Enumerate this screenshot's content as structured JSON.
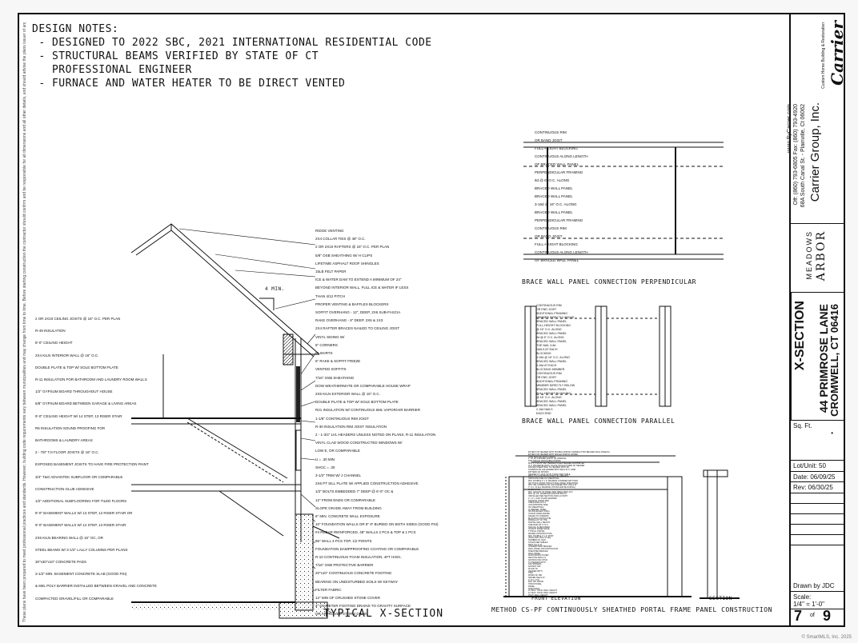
{
  "fine_print": "These plans have been prepared to meet professional practices and standards. However, building code requirements vary between municipalities and may change from time to time. Before starting construction the contractor should confirm and be responsible for all dimensions and all other details, and should advise the plans issuer of any discrepancies.",
  "design_notes": {
    "title": "DESIGN NOTES:",
    "lines": [
      " - DESIGNED TO 2022 SBC, 2021 INTERNATIONAL RESIDENTIAL CODE",
      " - STRUCTURAL BEAMS VERIFIED BY STATE OF CT",
      "   PROFESSIONAL ENGINEER",
      " - FURNACE AND WATER HEATER TO BE DIRECT VENTED"
    ]
  },
  "section_callouts_right": [
    "RIDGE VENTING",
    "2X4 COLLAR TIES @ 48\" O.C.",
    "2 OR 2X10 RAFTERS @ 16\" O.C. PER PLAN",
    "5/8\" OSB SHEATHING W/ H CLIPS",
    "LIFETIME ASPHALT ROOF SHINGLES",
    "15LB FELT PAPER",
    "ICE & WATER DAM TO EXTEND A MINIMUM OF 24\"",
    "BEYOND INTERIOR WALL, FULL ICE & WATER IF LESS",
    "THAN 4/12 PITCH",
    "PROPER VENTING & BAFFLES BLOCKERS",
    "SOFFIT OVERHANG - 12\", DEEP, 2X6 SUB-FASCIA",
    "RAKE OVERHANG - 8\" DEEP, 2X6 & 1X3",
    "2X4 RAFTER BRACES NAILED TO CEILING JOIST",
    "VINYL SIDING W/",
    "6\" CORNERS",
    "6\" SKIRTS",
    "6\" RAKE & SOFFIT FRIEZE",
    "VENTED SOFFITS",
    "7/16\" OSB SHEATHING",
    "DOW WEATHERMATE OR COMPARABLE HOUSE WRAP",
    "2X6 KILN EXTERIOR WALL @ 16\" O.C.",
    "DOUBLE PLATE & TOP W/ SOLE BOTTOM PLATE",
    "R21 INSULATION W/ CONTINUOUS 6ML VAPOR/AIR BARRIER",
    "1-1/8\" CONTINUOUS RIM JOIST",
    "R-30 INSULATION RIM JOIST INSULATION",
    "2 - 1-3/4\" LVL HEADERS UNLESS NOTED ON PLANS, R-11 INSULATION",
    "VINYL CLAD WOOD CONSTRUCTED WINDOWS W/",
    "LOW E, OR COMPARABLE",
    "U = .30 MIN",
    "SHGC = .30",
    "3-1/2\" TRIM W/ J CHANNEL",
    "2X6 PT SILL PLATE W/ APPLIED CONSTRUCTION ADHESIVE",
    "1/2\" BOLTS EMBEDDED 7\" DEEP @ 6'-0\" OC &",
    "12\" FROM ENDS OR COMPARABLE",
    "SLOPE GRADE AWAY FROM BUILDING",
    "6\" MIN. CONCRETE WALL EXPOSURE",
    "10\" FOUNDATION WALLS OR 8\" IF BURIED ON BOTH SIDES (GOOD PSI)",
    "#4 REBAR REINFORCED, 48\" WALLS 2 PCS & TOP & 1 PCS",
    "96\" WALL 3 PCS TOP, 1/2 POINTS",
    "FOUNDATION DAMPPROOFING COATING OR COMPARABLE",
    "R-10 CONTINUOUS FOAM INSULATION, 4FT HIGH,",
    "7/16\" OSB PROTECTIVE BARRIER",
    "20\"x10\" CONTINUOUS CONCRETE FOOTING",
    "BEARING ON UNDISTURBED SOILS W/ KEYWAY",
    "FILTER FABRIC",
    "12\" MIN OF CRUSHED STONE COVER",
    "4\" DIAMETER FOOTING DRAINS TO GRAVITY SURFACE",
    "OR APPROVED STORM DRAIN"
  ],
  "section_callouts_left": [
    "2 OR 2X10 CEILING JOISTS @ 16\" O.C. PER PLAN",
    "R-49 INSULATION",
    "8'-0\" CEILING HEIGHT",
    "2X4 KILN INTERIOR WALL @ 16\" O.C.",
    "DOUBLE PLATE & TOP W/ SOLE BOTTOM PLATE",
    "R-11 INSULATION FOR BATHROOM AND LAUNDRY ROOM WALLS",
    "1/2\" GYPSUM BOARD THROUGHOUT HOUSE",
    "5/8\" GYPSUM BOARD BETWEEN GARAGE & LIVING AREAS",
    "9'-0\" CEILING HEIGHT W/ 14 STEP, 13 RISER STAIR",
    "R5 INSULATION SOUND PROOFING FOR",
    "BATHROOMS & LAUNDRY AREAS",
    "2 - 7/8\" TJI FLOOR JOISTS @ 16\" O.C.",
    "EXPOSED BASEMENT JOISTS TO HAVE FIRE PROTECTION PAINT",
    "3/4\" T&G ADVANTEK SUBFLOOR OR COMPARABLE",
    "CONSTRUCTION GLUE ADHESIVE",
    "1/2\" ADDITIONAL SUBFLOORING FOR TILED FLOORS",
    "8'-0\" BASEMENT WALLS W/ 13 STEP, 12 RISER STAIR OR",
    "9'-0\" BASEMENT WALLS W/ 14 STEP, 13 RISER STAIR",
    "2X6 KILN BEARING WALL @ 16\" OC, OR",
    "STEEL BEAMS W/ 3-1/2\" LALLY COLUMNS PER PLANS",
    "30\"x30\"x10\" CONCRETE PADS",
    "3-1/2\" MIN. BASEMENT CONCRETE SLAB (GOOD PSI)",
    "& 6ML POLY BARRIER INSTALLED BETWEEN GRAVEL AND CONCRETE",
    "COMPACTED GRAVEL/FILL OR COMPARABLE"
  ],
  "pitch_label": "4 MIN.",
  "typical_section_title": "TYPICAL X-SECTION",
  "brace_perp": {
    "title": "BRACE WALL PANEL CONNECTION PERPENDICULAR",
    "notes": [
      "CONTINUOUS RIM",
      "OR BAND JOIST",
      "FULL-HEIGHT BLOCKING",
      "CONTINUOUS ALONG LENGTH",
      "OF BRACED WALL PANEL",
      "PERPENDICULAR FRAMING",
      "8d @ 6\" O.C. ALONG",
      "BRACED WALL PANEL",
      "BRACED WALL PANEL",
      "3-16d @ 16\" O.C. ALONG",
      "BRACED WALL PANEL",
      "PERPENDICULAR FRAMING",
      "CONTINUOUS RIM",
      "OR BAND JOIST",
      "FULL-HEIGHT BLOCKING",
      "CONTINUOUS ALONG LENGTH",
      "OF BRACED WALL PANEL"
    ]
  },
  "brace_parallel": {
    "title": "BRACE WALL PANEL CONNECTION PARALLEL",
    "notes": [
      "CONTINUOUS RIM",
      "OR END JOIST",
      "ADDITIONAL FRAMING",
      "MEMBER DIRECTLY ABOVE",
      "BRACED WALL PANEL",
      "FULL-HEIGHT BLOCKING",
      "@ 16\" O.C. ALONG",
      "BRACED WALL PANEL",
      "8d @ 6\" O.C. ALONG",
      "BRACED WALL PANEL",
      "TOE NAIL 3-8d",
      "NAILS AT EACH",
      "BLOCKING",
      "3-16d @ 16\" O.C. ALONG",
      "BRACED WALL PANEL",
      "3-16d AT EACH",
      "BLOCKING MEMBER",
      "CONTINUOUS RIM",
      "OR END JOIST",
      "ADDITIONAL FRAMING",
      "MEMBER DIRECTLY BELOW",
      "BRACED WALL PANEL",
      "FULL-HEIGHT BLOCKING",
      "@ 16\" O.C. ALONG",
      "BRACED WALL PANEL",
      "BRACED WALL PANEL",
      "2-16d NAILS",
      "EACH END"
    ]
  },
  "portal": {
    "title": "METHOD CS-PF CONTINUOUSLY SHEATHED PORTAL FRAME PANEL CONSTRUCTION",
    "front_label": "FRONT ELEVATION",
    "section_label": "SECTION",
    "notes": [
      "EXTENT OF HEADER WITH DOUBLE PORTAL FRAMES (TWO BRACED WALL PANELS)",
      "EXTENT OF HEADER WITH SINGLE PORTAL FRAME",
      "(ONE BRACED WALL PANEL)",
      "2' TO 18' FINISHED WIDTH OF OPENING",
      "FOR SINGLE OR DOUBLE PORTAL",
      "MIN. 3\" x 11.25\" NET HEADER STEEL HEADER PROHIBITED",
      "IF 2\" SPACER BLOCKS, PLACE ON EACH SIDE OF HEADER",
      "FASTEN SHEATHING TO HEADER WITH 8D",
      "COMMON OR GALVANIZED BOX NAILS IN 3\" GRID",
      "PATTERN AS SHOWN",
      "HEADER TO JACK-STUD STRAP PER TABLE",
      "R602.10.6.4 ON BOTH SIDES OF OPENING",
      "OPPOSITE SIDE OF SHEATHING",
      "MIN. DOUBLE 2\" x 4\" FRAMING COVERED WITH MIN.",
      "3/8\" THICK WOOD STRUCTURAL PANEL SHEATHING",
      "WITH 8D COMMON OR GALVANIZED BOX NAILS AT",
      "3\" O.C. IN ALL FRAMING (STUDS AND BLOCKING)",
      "SHOWN TYP.",
      "MIN. LENGTH OF PANEL PER TABLE R602.10.5",
      "MIN. (2) 1/2\" DIAMETER ANCHOR BOLTS",
      "INSTALLED PER SECTION R403.1.6 WITH",
      "2\" x 2\" x 3/16\" PLATE WASHER",
      "TENSION STRAP PER",
      "TABLE R602.10.6.4",
      "(ON OPPOSITE SIDE",
      "OF SHEATHING)",
      "IF NEEDED, PANEL",
      "SPLICE EDGES SHALL",
      "OCCUR OVER AND BE",
      "NAILED TO COMMON",
      "BLOCKING WITHIN THE",
      "MIDDLE 24\" OF THE",
      "PORTAL WALL HEIGHT.",
      "ONE ROW OF 3\" O.C.",
      "NAILING IS REQUIRED",
      "IN EACH PANEL EDGE.",
      "TYPICAL PORTAL",
      "FRAME CONSTRUCTION",
      "MIN. DOUBLE 2\" x 4\" POST",
      "(KING AND JACK STUD).",
      "NUMBER OF JACK",
      "STUDS PER TABLES",
      "R602.7(1) & (2).",
      "INTERMITTENT BRACED",
      "WALL PANEL OR CONTINUOUS",
      "SHEATHED BRACED",
      "WALL PANEL",
      "ANCHOR BOLTS PER",
      "SECTION R403.1.6",
      "FASTEN KING STUD",
      "TO HEADER WITH",
      "16D SINKERS",
      "FASTEN TOP",
      "PLATE TO",
      "HEADER WITH",
      "TWO",
      "ROWS OF 16D",
      "SINKER NAILS AT",
      "3\" O.C. TYP.",
      "MIN. 3/8\" WOOD",
      "STRUCTURAL",
      "PANEL",
      "SHEATHING",
      "10' MAX. TOTAL WALL HEIGHT",
      "12' MAX. TOTAL WALL HEIGHT",
      "PONY WALL HEIGHT"
    ]
  },
  "title_block": {
    "company": "Carrier Group, Inc.",
    "address": "68A South Canal St. - Plainville, Ct 06062",
    "phone": "Off: (860) 793-6805  Fax: (860) 793-4920",
    "web": "www.ByCarrier.com",
    "logo_text": "Carrier",
    "logo_tagline": "Custom Home Building & Restoration",
    "community_logo_top": "ARBOR",
    "community_logo_bottom": "MEADOWS",
    "sheet_title": "X-SECTION",
    "street": "44 PRIMROSE LANE",
    "city": "CROMWELL, CT 06416",
    "sqft_label": "Sq. Ft.",
    "sqft_value": "•",
    "lot": "Lot/Unit: 50",
    "date": "Date: 06/09/25",
    "rev": "Rev: 06/30/25",
    "drawn_by": "Drawn by JDC",
    "scale_label": "Scale:",
    "scale_value": "1/4\" = 1'-0\"",
    "sheet_number": "7",
    "of_label": "of",
    "sheet_total": "9"
  },
  "copyright": "© SmartMLS, Inc. 2025"
}
